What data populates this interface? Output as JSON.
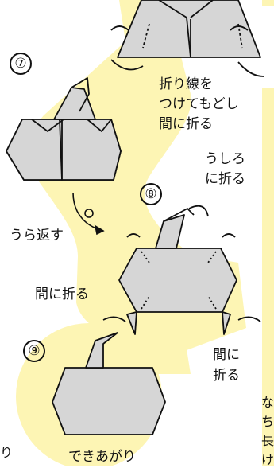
{
  "colors": {
    "highlight": "#fdf5b4",
    "sidebar": "#fdf5b4",
    "paper_fill": "#d6d6d6",
    "stroke": "#111111"
  },
  "steps": {
    "step7": {
      "number": "⑦"
    },
    "step8": {
      "number": "⑧"
    },
    "step9": {
      "number": "⑨"
    }
  },
  "labels": {
    "fold_crease_line1": "折り線を",
    "fold_crease_line2": "つけてもどし",
    "fold_crease_line3": "間に折る",
    "fold_back_line1": "うしろ",
    "fold_back_line2": "に折る",
    "turn_over": "うら返す",
    "fold_inside_left": "間に折る",
    "fold_inside_right_line1": "間に",
    "fold_inside_right_line2": "折る",
    "finished": "できあがり"
  },
  "edge_fragments": {
    "right_1": "な",
    "right_2": "ち",
    "right_3": "長",
    "right_4": "け",
    "left_1": "り"
  }
}
